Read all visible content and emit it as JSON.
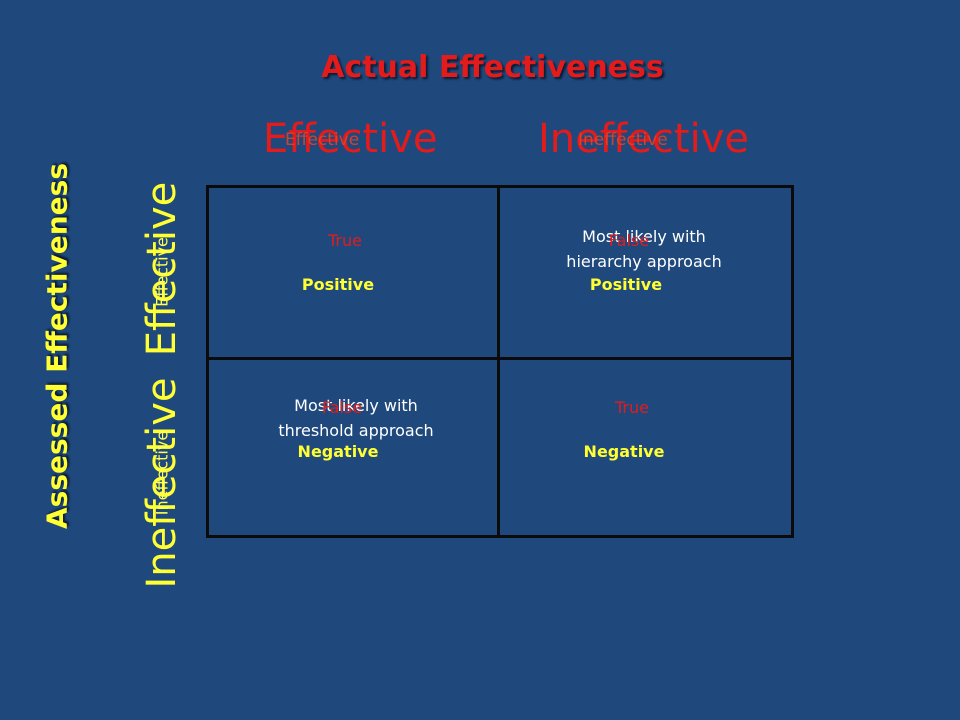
{
  "title": "Actual Effectiveness",
  "side_title": "Assessed Effectiveness",
  "columns": [
    {
      "header": "Effective",
      "ghost": "Effective"
    },
    {
      "header": "Ineffective",
      "ghost": "Ineffective"
    }
  ],
  "rows": [
    {
      "header": "Effective",
      "ghost": "Effective"
    },
    {
      "header": "Ineffective",
      "ghost": "Ineffective"
    }
  ],
  "cells": {
    "top_left": {
      "word1": "True",
      "word2": "Positive"
    },
    "top_right": {
      "word1": "False",
      "word2": "Positive",
      "note_line1": "Most likely with",
      "note_line2": "hierarchy approach"
    },
    "bottom_left": {
      "word1": "False",
      "word2": "Negative",
      "note_line1": "Most likely with",
      "note_line2": "threshold approach"
    },
    "bottom_right": {
      "word1": "True",
      "word2": "Negative"
    }
  },
  "colors": {
    "background": "#1f497d",
    "red": "#e31b1b",
    "yellow": "#ffff33",
    "white": "#ffffff",
    "grid_line": "#0b0b0b"
  }
}
